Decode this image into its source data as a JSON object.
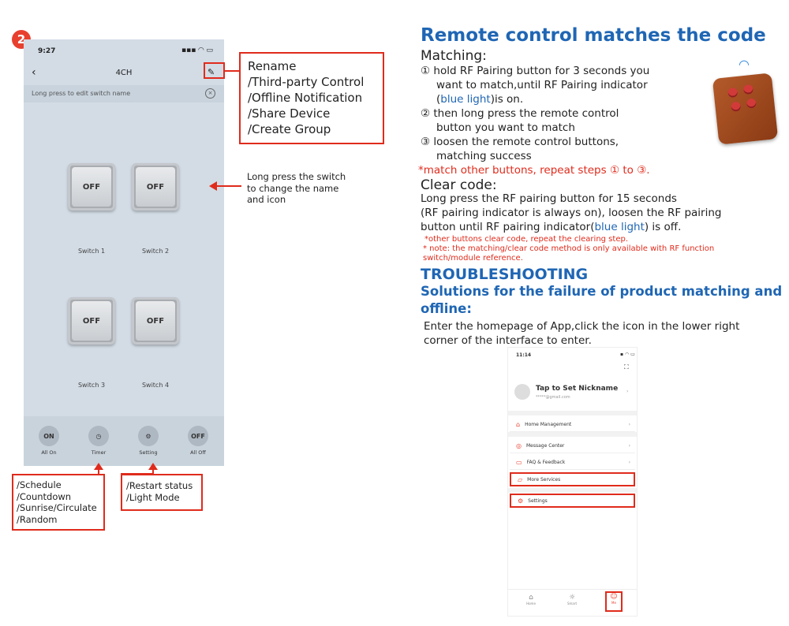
{
  "step_badge": "2",
  "phone": {
    "status_time": "9:27",
    "title": "4CH",
    "hint": "Long press to edit switch name",
    "switches": [
      {
        "state": "OFF",
        "label": "Switch 1"
      },
      {
        "state": "OFF",
        "label": "Switch 2"
      },
      {
        "state": "OFF",
        "label": "Switch 3"
      },
      {
        "state": "OFF",
        "label": "Switch 4"
      }
    ],
    "bottom": [
      {
        "icon_text": "ON",
        "label": "All On"
      },
      {
        "icon_text": "",
        "label": "Timer"
      },
      {
        "icon_text": "",
        "label": "Setting"
      },
      {
        "icon_text": "OFF",
        "label": "All Off"
      }
    ]
  },
  "callouts": {
    "edit_menu": "Rename\n/Third-party Control\n/Offline Notification\n/Share Device\n/Create Group",
    "long_press": "Long press the switch\nto change the name\nand icon",
    "timer_menu": "/Schedule\n/Countdown\n/Sunrise/Circulate\n/Random",
    "setting_menu": "/Restart status\n/Light Mode"
  },
  "right": {
    "title": "Remote control matches the code",
    "matching_heading": "Matching:",
    "step1_a": "① hold RF Pairing button for 3 seconds you",
    "step1_b": "want to match,until RF Pairing indicator",
    "step1_c_pre": "(",
    "step1_c_blue": "blue light",
    "step1_c_post": ")is on.",
    "step2_a": "② then long press the remote control",
    "step2_b": "button you want to match",
    "step3_a": "③ loosen the remote control buttons,",
    "step3_b": "matching success",
    "match_note": "*match other buttons, repeat steps ① to ③.",
    "clear_heading": "Clear code:",
    "clear_1": "Long press the RF pairing button for 15 seconds",
    "clear_2": "(RF pairing indicator is always on), loosen the RF pairing",
    "clear_3_pre": "button until RF pairing indicator(",
    "clear_3_blue": "blue light",
    "clear_3_post": ") is off.",
    "note_1": "*other buttons clear code, repeat the clearing step.",
    "note_2": "* note: the matching/clear code method is only available with RF function",
    "note_3": "switch/module reference.",
    "ts_title": "TROUBLESHOOTING",
    "ts_sub_1": "Solutions for the failure of product matching and",
    "ts_sub_2": "offline:",
    "ts_text_1": "Enter the homepage of App,click the icon in the lower right",
    "ts_text_2": "corner of the interface to enter."
  },
  "phone2": {
    "status_time": "11:14",
    "nickname": "Tap to Set Nickname",
    "email": "*****@gmail.com",
    "menu": [
      "Home Management",
      "Message Center",
      "FAQ & Feedback",
      "More Services",
      "Settings"
    ],
    "tabs": [
      "Home",
      "Smart",
      "Me"
    ]
  },
  "colors": {
    "accent_red": "#e02b1c",
    "title_blue": "#1f66b4"
  }
}
